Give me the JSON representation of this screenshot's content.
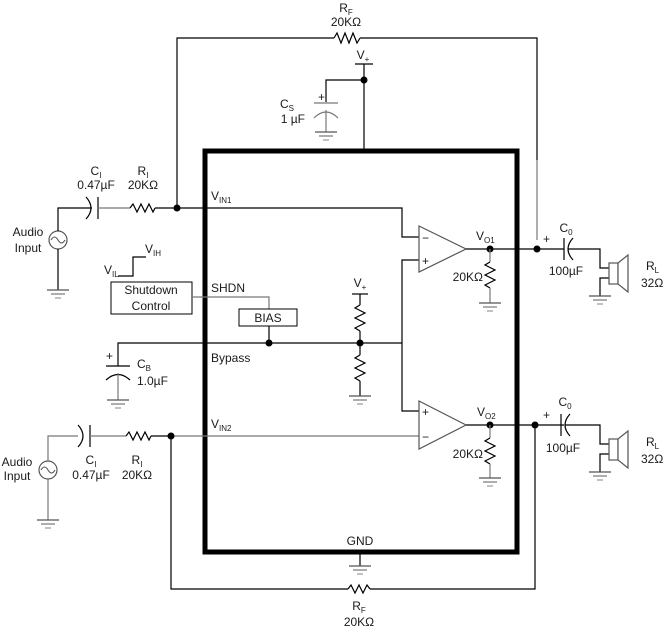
{
  "diagram": {
    "type": "audio amplifier application schematic",
    "ic": {
      "pins": {
        "vin1": {
          "base": "V",
          "sub": "IN1"
        },
        "vin2": {
          "base": "V",
          "sub": "IN2"
        },
        "shdn": "SHDN",
        "bypass": "Bypass",
        "gnd": "GND",
        "vplus_internal": {
          "base": "V",
          "sub": "+"
        }
      },
      "bias_block": "BIAS",
      "outputs": [
        {
          "base": "V",
          "sub": "O1"
        },
        {
          "base": "V",
          "sub": "O2"
        }
      ],
      "internal_resistor": "20KΩ",
      "opamp_inputs": {
        "minus": "−",
        "plus": "+"
      }
    },
    "supply": {
      "vplus": {
        "base": "V",
        "sub": "+"
      },
      "cs": {
        "base": "C",
        "sub": "S",
        "value": "1 µF",
        "polarity": "+"
      }
    },
    "channels": [
      {
        "source_label_1": "Audio",
        "source_label_2": "Input",
        "ci": {
          "base": "C",
          "sub": "I",
          "value": "0.47µF"
        },
        "ri": {
          "base": "R",
          "sub": "I",
          "value": "20KΩ"
        },
        "rf": {
          "base": "R",
          "sub": "F",
          "value": "20KΩ"
        },
        "co": {
          "base": "C",
          "sub": "0",
          "value": "100µF",
          "polarity": "+"
        },
        "rl": {
          "base": "R",
          "sub": "L",
          "value": "32Ω"
        }
      },
      {
        "source_label_1": "Audio",
        "source_label_2": "Input",
        "ci": {
          "base": "C",
          "sub": "I",
          "value": "0.47µF"
        },
        "ri": {
          "base": "R",
          "sub": "I",
          "value": "20KΩ"
        },
        "rf": {
          "base": "R",
          "sub": "F",
          "value": "20KΩ"
        },
        "co": {
          "base": "C",
          "sub": "0",
          "value": "100µF",
          "polarity": "+"
        },
        "rl": {
          "base": "R",
          "sub": "L",
          "value": "32Ω"
        }
      }
    ],
    "shutdown": {
      "line1": "Shutdown",
      "line2": "Control",
      "vil": {
        "base": "V",
        "sub": "IL"
      },
      "vih": {
        "base": "V",
        "sub": "IH"
      }
    },
    "bypass_cap": {
      "base": "C",
      "sub": "B",
      "value": "1.0µF",
      "polarity": "+"
    }
  }
}
